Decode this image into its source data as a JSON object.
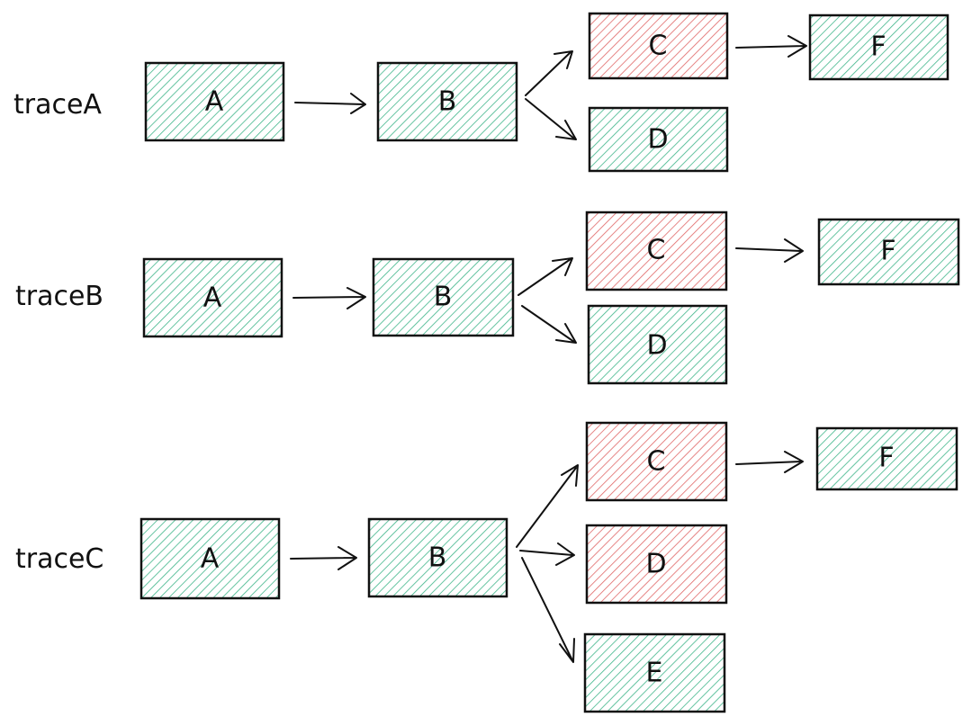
{
  "colors": {
    "ok": "#3fb58a",
    "error": "#e06767"
  },
  "traces": [
    {
      "label": "traceA",
      "nodes": [
        {
          "id": "A",
          "status": "ok"
        },
        {
          "id": "B",
          "status": "ok"
        },
        {
          "id": "C",
          "status": "error"
        },
        {
          "id": "D",
          "status": "ok"
        },
        {
          "id": "F",
          "status": "ok"
        }
      ],
      "edges": [
        [
          "A",
          "B"
        ],
        [
          "B",
          "C"
        ],
        [
          "B",
          "D"
        ],
        [
          "C",
          "F"
        ]
      ]
    },
    {
      "label": "traceB",
      "nodes": [
        {
          "id": "A",
          "status": "ok"
        },
        {
          "id": "B",
          "status": "ok"
        },
        {
          "id": "C",
          "status": "error"
        },
        {
          "id": "D",
          "status": "ok"
        },
        {
          "id": "F",
          "status": "ok"
        }
      ],
      "edges": [
        [
          "A",
          "B"
        ],
        [
          "B",
          "C"
        ],
        [
          "B",
          "D"
        ],
        [
          "C",
          "F"
        ]
      ]
    },
    {
      "label": "traceC",
      "nodes": [
        {
          "id": "A",
          "status": "ok"
        },
        {
          "id": "B",
          "status": "ok"
        },
        {
          "id": "C",
          "status": "error"
        },
        {
          "id": "D",
          "status": "error"
        },
        {
          "id": "E",
          "status": "ok"
        },
        {
          "id": "F",
          "status": "ok"
        }
      ],
      "edges": [
        [
          "A",
          "B"
        ],
        [
          "B",
          "C"
        ],
        [
          "B",
          "D"
        ],
        [
          "B",
          "E"
        ],
        [
          "C",
          "F"
        ]
      ]
    }
  ]
}
